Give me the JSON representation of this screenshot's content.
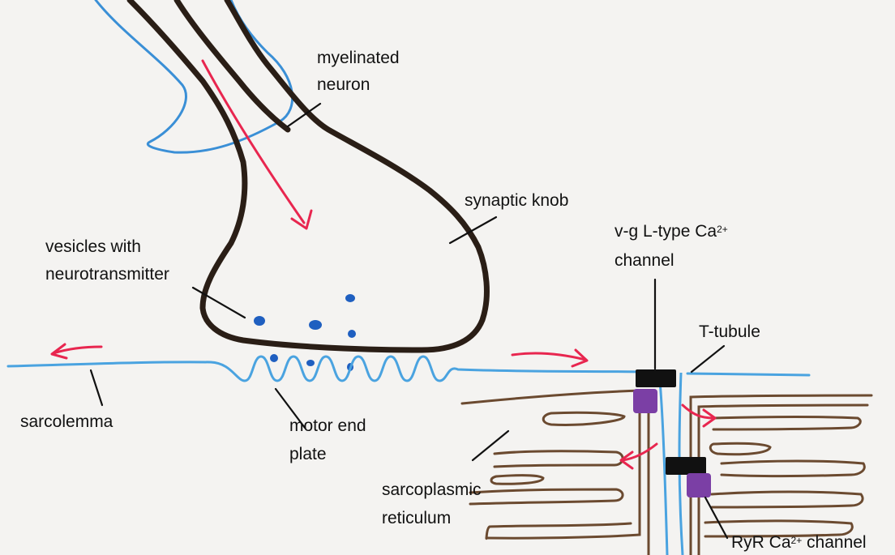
{
  "colors": {
    "whiteboard": "#f4f3f1",
    "neuron_outline": "#2a1e16",
    "myelin": "#3a8fd6",
    "membrane": "#4aa3e0",
    "vesicle": "#1f5fc0",
    "arrow": "#e8264f",
    "sr": "#6b4a30",
    "ca_channel": "#111111",
    "ryr_channel": "#7b3fa5"
  },
  "labels": {
    "myelinated_neuron_1": "myelinated",
    "myelinated_neuron_2": "neuron",
    "synaptic_knob": "synaptic knob",
    "vesicles_1": "vesicles with",
    "vesicles_2": "neurotransmitter",
    "l_type_1_prefix": "v-g L-type Ca",
    "l_type_1_sup": "2+",
    "l_type_2": "channel",
    "t_tubule": "T-tubule",
    "sarcolemma": "sarcolemma",
    "motor_end_plate_1": "motor end",
    "motor_end_plate_2": "plate",
    "sr_1": "sarcoplasmic",
    "sr_2": "reticulum",
    "ryr_prefix": "RyR Ca",
    "ryr_sup": "2+",
    "ryr_suffix": " channel"
  }
}
